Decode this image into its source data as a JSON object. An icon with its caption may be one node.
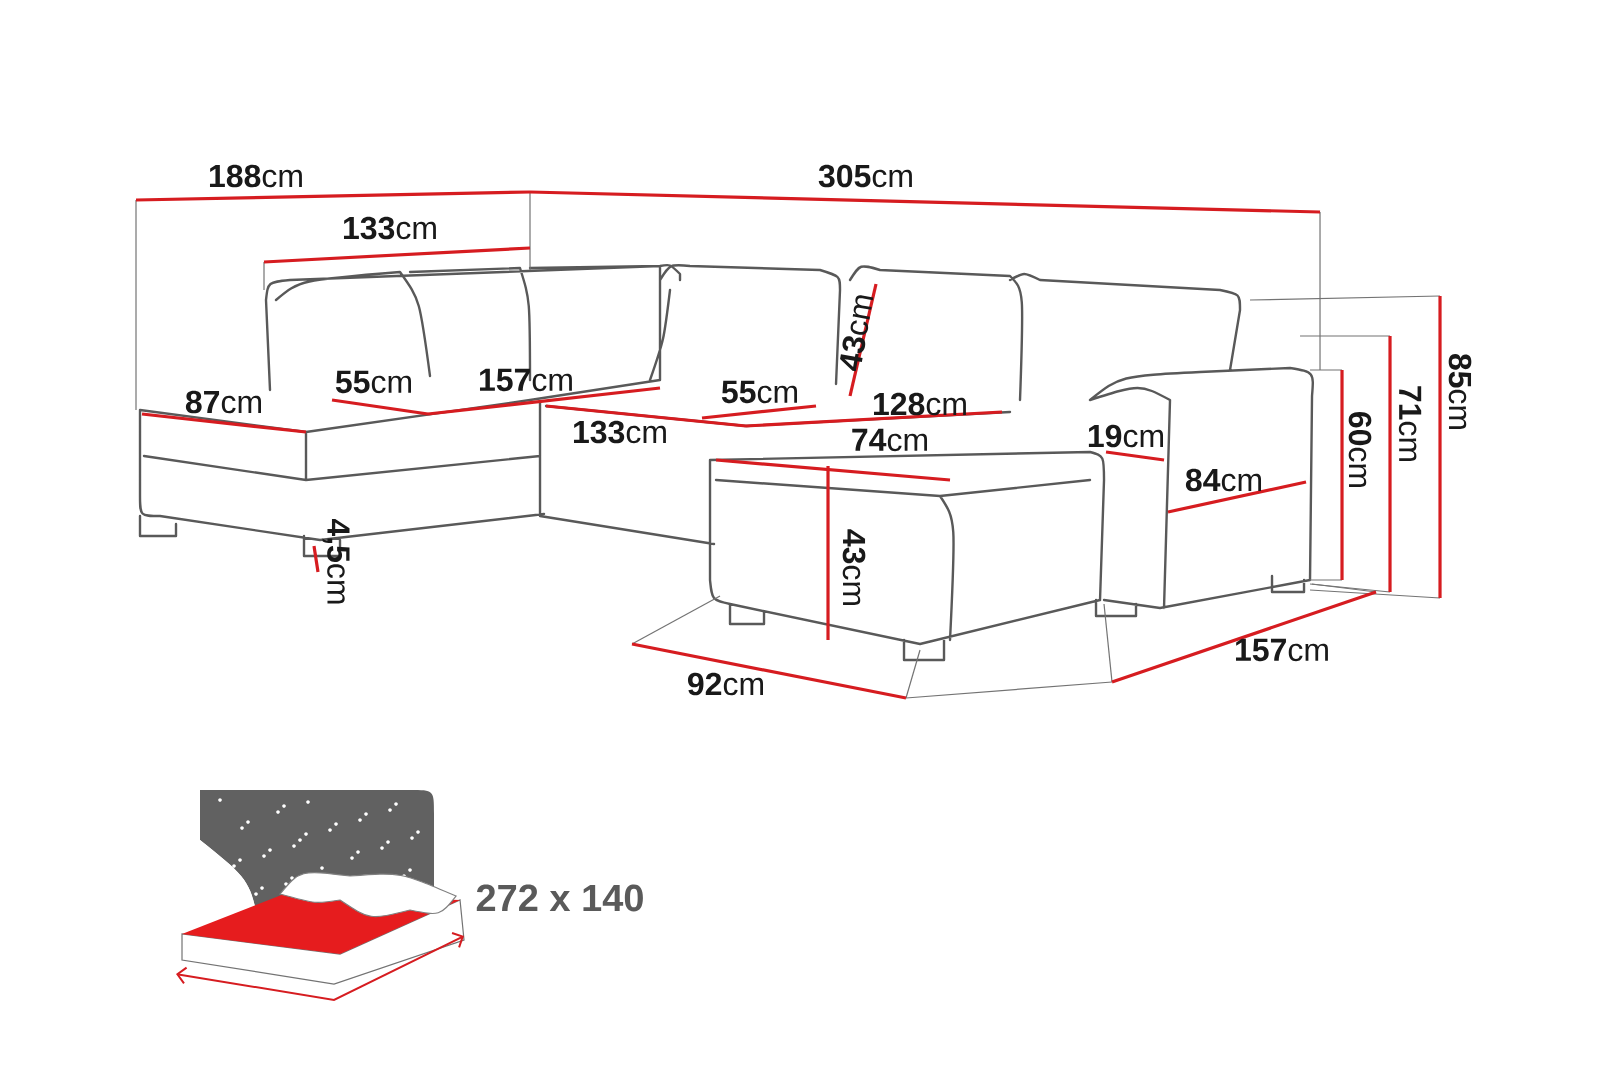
{
  "diagram": {
    "labels": [
      "**188**cm",
      "**305**cm",
      "**133**cm",
      "**43**cm",
      "**87**cm",
      "**55**cm",
      "**157**cm",
      "**55**cm",
      "**128**cm",
      "**133**cm",
      "**74**cm",
      "**19**cm",
      "**84**cm",
      "**60**cm",
      "**71**cm",
      "**85**cm",
      "**4,5**cm",
      "**43**cm",
      "**92**cm",
      "**157**cm",
      "272 x 140"
    ]
  }
}
